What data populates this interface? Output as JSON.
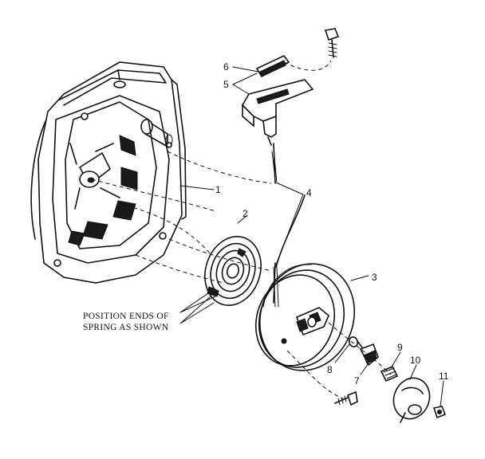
{
  "diagram": {
    "part_labels": [
      "1",
      "2",
      "3",
      "4",
      "5",
      "6",
      "7",
      "8",
      "9",
      "10",
      "11"
    ],
    "note_lines": [
      "POSITION ENDS OF",
      "SPRING AS SHOWN"
    ]
  }
}
